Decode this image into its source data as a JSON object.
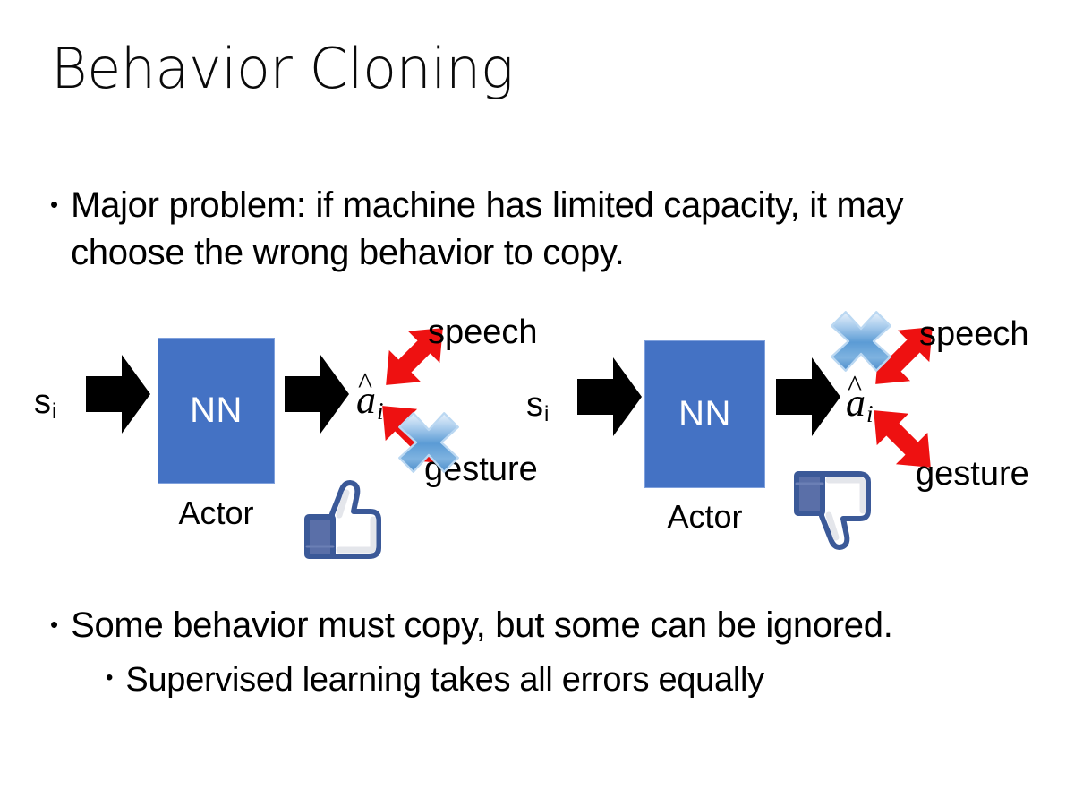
{
  "slide": {
    "title": "Behavior Cloning",
    "background_color": "#FFFFFF"
  },
  "bullets": {
    "top": "Major problem: if machine has limited capacity, it may choose the wrong behavior to copy.",
    "bottom_1": "Some behavior must copy, but some can be ignored.",
    "bottom_2": "Supervised learning takes all errors equally",
    "marker": "•"
  },
  "colors": {
    "nn_box": "#4472C4",
    "nn_box_border": "#7FA0DC",
    "arrow_black": "#000000",
    "arrow_red": "#EE1111",
    "x_blue_light": "#CFE2F7",
    "x_blue_mid": "#5B9BD5",
    "x_blue_dark": "#2E75B6",
    "thumb_outline": "#3B5998",
    "thumb_cuff": "#5A6FA8",
    "thumb_fill": "#FFFFFF",
    "thumb_shade": "#E4E6EB"
  },
  "diagram_left": {
    "name": "good-actor-diagram",
    "input_label": "s",
    "input_subscript": "i",
    "box_label": "NN",
    "box_caption": "Actor",
    "output_label": "a",
    "output_subscript": "i",
    "output_accent": "^",
    "branch_top": "speech",
    "branch_bottom": "gesture",
    "crossed_branch": "gesture",
    "verdict_icon": "thumbs-up-icon"
  },
  "diagram_right": {
    "name": "bad-actor-diagram",
    "input_label": "s",
    "input_subscript": "i",
    "box_label": "NN",
    "box_caption": "Actor",
    "output_label": "a",
    "output_subscript": "i",
    "output_accent": "^",
    "branch_top": "speech",
    "branch_bottom": "gesture",
    "crossed_branch": "speech",
    "verdict_icon": "thumbs-down-icon"
  }
}
